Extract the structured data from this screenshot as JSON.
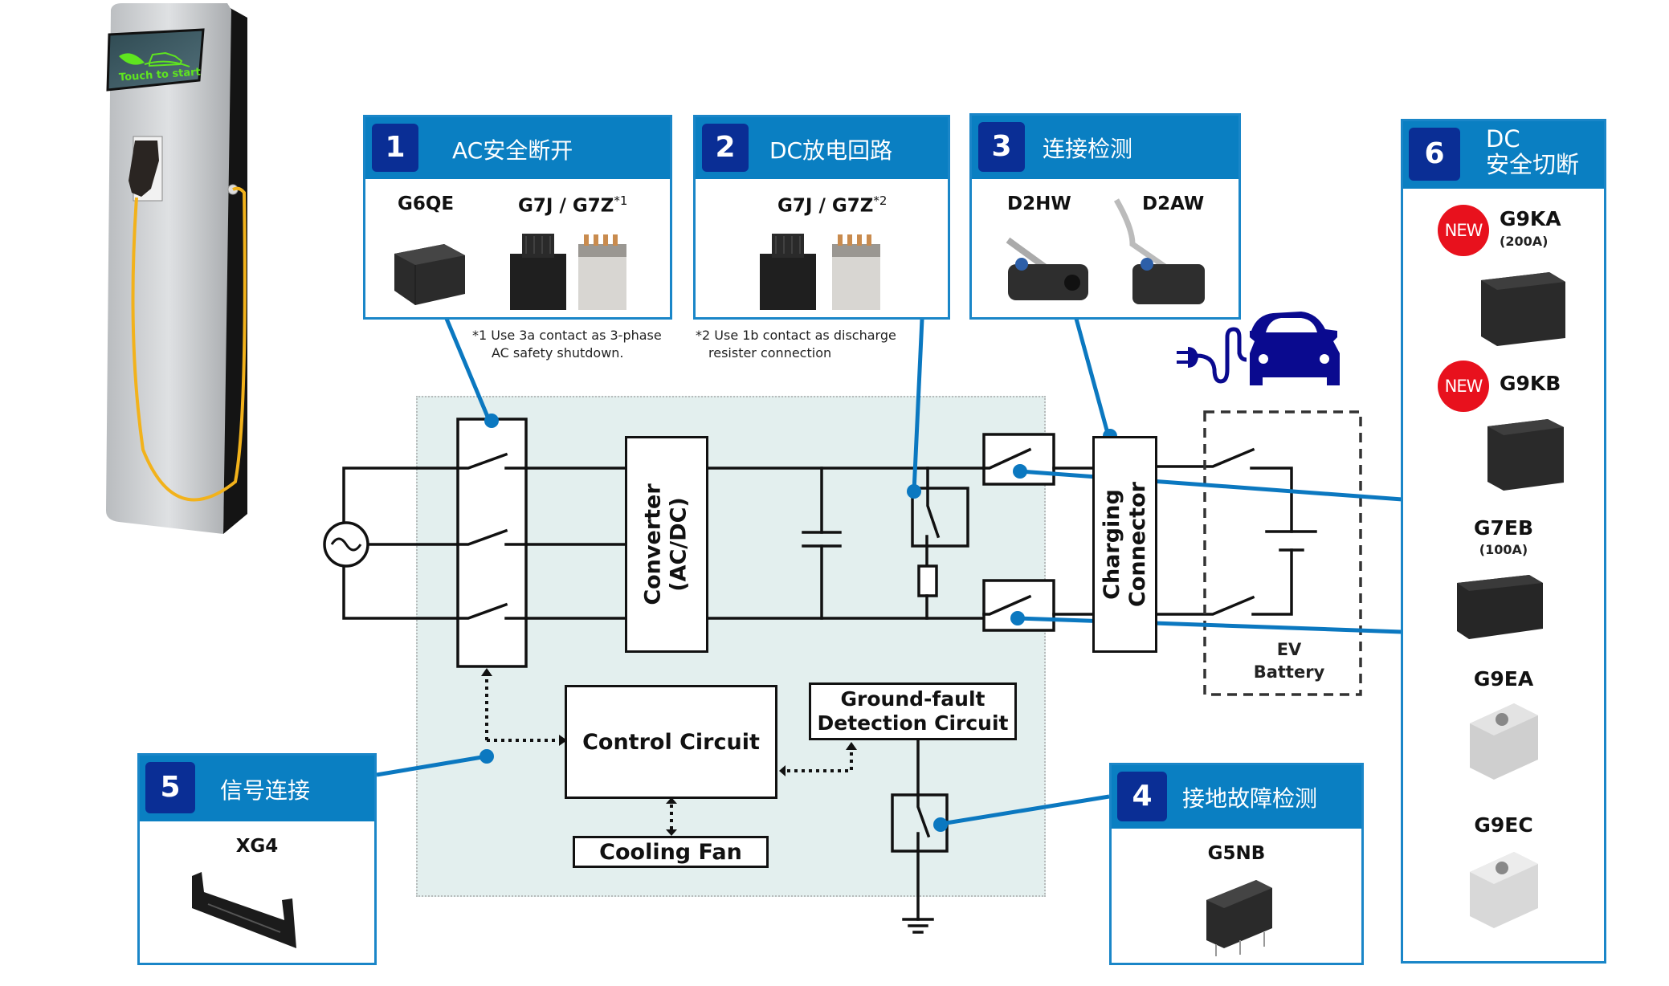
{
  "charging_station": {
    "screen_text": "Touch to start",
    "colors": {
      "screen_text": "#5fe51f",
      "cable": "#f2b21b",
      "body": "#c8cacc"
    }
  },
  "panels": [
    {
      "id": 1,
      "number": "1",
      "title": "AC安全断开",
      "products": [
        {
          "name": "G6QE",
          "note_ref": ""
        },
        {
          "name": "G7J / G7Z",
          "note_ref": "*1"
        }
      ],
      "footnote_lines": [
        "*1 Use 3a contact as 3-phase",
        "AC safety shutdown."
      ]
    },
    {
      "id": 2,
      "number": "2",
      "title": "DC放电回路",
      "products": [
        {
          "name": "G7J / G7Z",
          "note_ref": "*2"
        }
      ],
      "footnote_lines": [
        "*2 Use 1b contact as discharge",
        "resister connection"
      ]
    },
    {
      "id": 3,
      "number": "3",
      "title": "连接检测",
      "products": [
        {
          "name": "D2HW"
        },
        {
          "name": "D2AW"
        }
      ]
    },
    {
      "id": 4,
      "number": "4",
      "title": "接地故障检测",
      "products": [
        {
          "name": "G5NB"
        }
      ]
    },
    {
      "id": 5,
      "number": "5",
      "title": "信号连接",
      "products": [
        {
          "name": "XG4"
        }
      ]
    },
    {
      "id": 6,
      "number": "6",
      "title_line1": "DC",
      "title_line2": "安全切断",
      "products": [
        {
          "name": "G9KA",
          "rating": "(200A)",
          "badge": "NEW"
        },
        {
          "name": "G9KB",
          "rating": "",
          "badge": "NEW"
        },
        {
          "name": "G7EB",
          "rating": "(100A)",
          "badge": ""
        },
        {
          "name": "G9EA",
          "rating": "",
          "badge": ""
        },
        {
          "name": "G9EC",
          "rating": "",
          "badge": ""
        }
      ]
    }
  ],
  "circuit": {
    "converter_line1": "Converter",
    "converter_line2": "(AC/DC)",
    "charging_connector_line1": "Charging",
    "charging_connector_line2": "Connector",
    "ev_battery_line1": "EV",
    "ev_battery_line2": "Battery",
    "control_circuit": "Control Circuit",
    "cooling_fan": "Cooling Fan",
    "ground_fault_line1": "Ground-fault",
    "ground_fault_line2": "Detection Circuit"
  },
  "colors": {
    "panel_header": "#0a7fc2",
    "panel_number_badge": "#0a2e95",
    "panel_border": "#1a86c8",
    "leader_line": "#0b78c0",
    "diagram_bg": "#e3efee",
    "new_badge": "#e8111d",
    "ev_icon": "#0a0a8f"
  }
}
